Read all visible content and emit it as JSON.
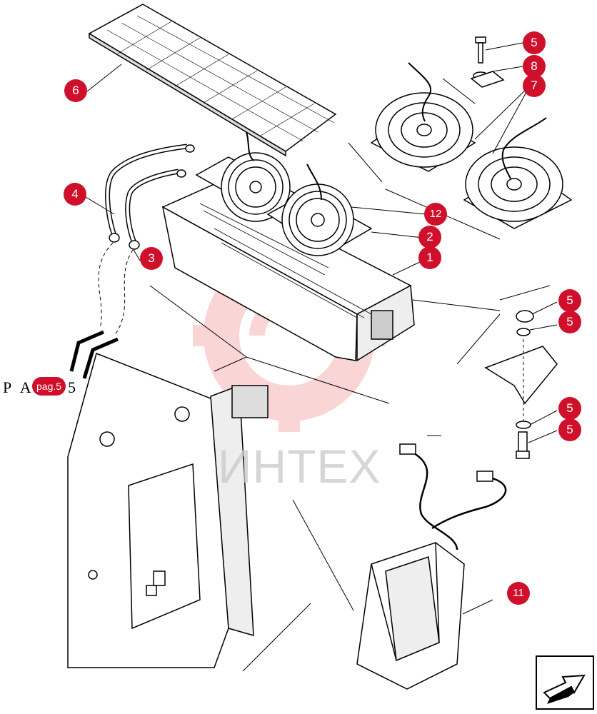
{
  "callouts": [
    {
      "id": "c6",
      "label": "6"
    },
    {
      "id": "c4",
      "label": "4"
    },
    {
      "id": "c3",
      "label": "3"
    },
    {
      "id": "c5a",
      "label": "5"
    },
    {
      "id": "c8",
      "label": "8"
    },
    {
      "id": "c7",
      "label": "7"
    },
    {
      "id": "c12",
      "label": "12"
    },
    {
      "id": "c2",
      "label": "2"
    },
    {
      "id": "c1",
      "label": "1"
    },
    {
      "id": "c5b",
      "label": "5"
    },
    {
      "id": "c5c",
      "label": "5"
    },
    {
      "id": "c5d",
      "label": "5"
    },
    {
      "id": "c5e",
      "label": "5"
    },
    {
      "id": "c11",
      "label": "11"
    }
  ],
  "page_reference": {
    "prefix": "P A",
    "badge": "pag.5",
    "suffix": "5"
  },
  "watermark": "ИНТЕХ",
  "colors": {
    "callout": "#d0102a",
    "watermark_gear": "#f08a8a",
    "line": "#000000"
  }
}
